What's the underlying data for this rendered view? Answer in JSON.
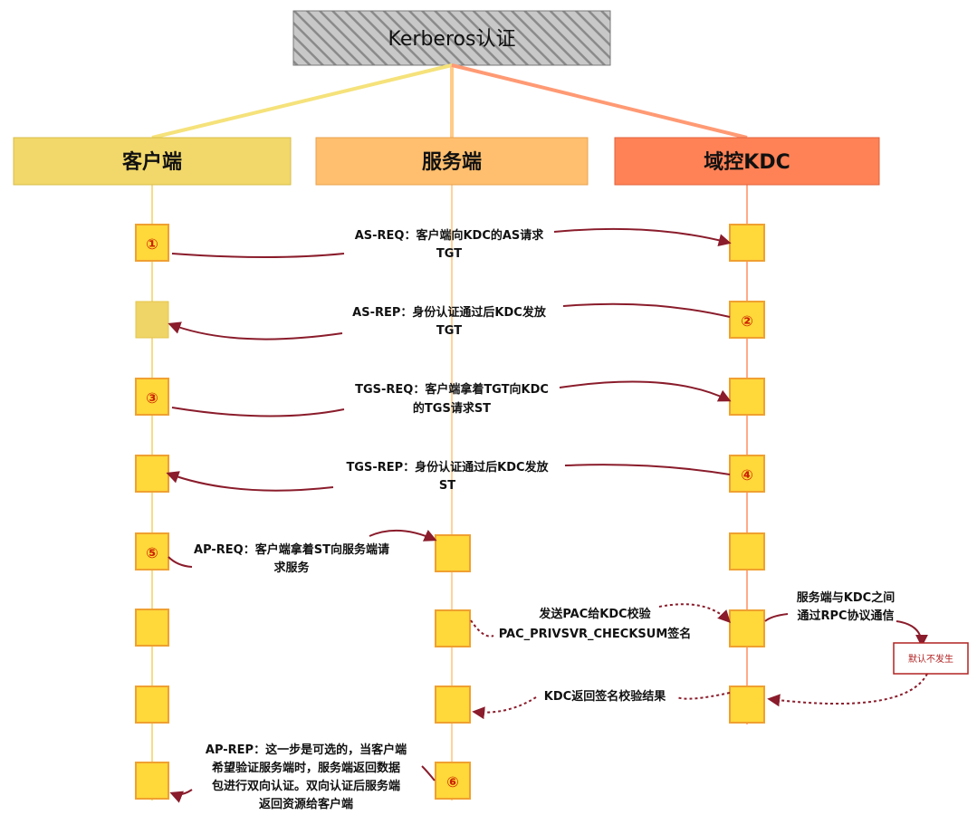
{
  "title": "Kerberos认证",
  "lanes": [
    {
      "label": "客户端"
    },
    {
      "label": "服务端"
    },
    {
      "label": "域控KDC"
    }
  ],
  "steps": [
    "①",
    "②",
    "③",
    "④",
    "⑤",
    "⑥"
  ],
  "messages": {
    "as_req": [
      "AS-REQ：客户端向KDC的AS请求",
      "TGT"
    ],
    "as_rep": [
      "AS-REP：身份认证通过后KDC发放",
      "TGT"
    ],
    "tgs_req": [
      "TGS-REQ：客户端拿着TGT向KDC",
      "的TGS请求ST"
    ],
    "tgs_rep": [
      "TGS-REP：身份认证通过后KDC发放",
      "ST"
    ],
    "ap_req": [
      "AP-REQ：客户端拿着ST向服务端请",
      "求服务"
    ],
    "pac_send": [
      "发送PAC给KDC校验",
      "PAC_PRIVSVR_CHECKSUM签名"
    ],
    "rpc": [
      "服务端与KDC之间",
      "通过RPC协议通信"
    ],
    "pac_return": [
      "KDC返回签名校验结果"
    ],
    "ap_rep": [
      "AP-REP：这一步是可选的，当客户端",
      "希望验证服务端时，服务端返回数据",
      "包进行双向认证。双向认证后服务端",
      "返回资源给客户端"
    ]
  },
  "note": "默认不发生",
  "colors": {
    "client": "#f2d86a",
    "server": "#ffbf6e",
    "kdc": "#ff8256",
    "box": "#ffd83a",
    "box_border": "#f0a030",
    "arrow": "#8a1c2b",
    "title_bg": "#a8a8a8"
  }
}
